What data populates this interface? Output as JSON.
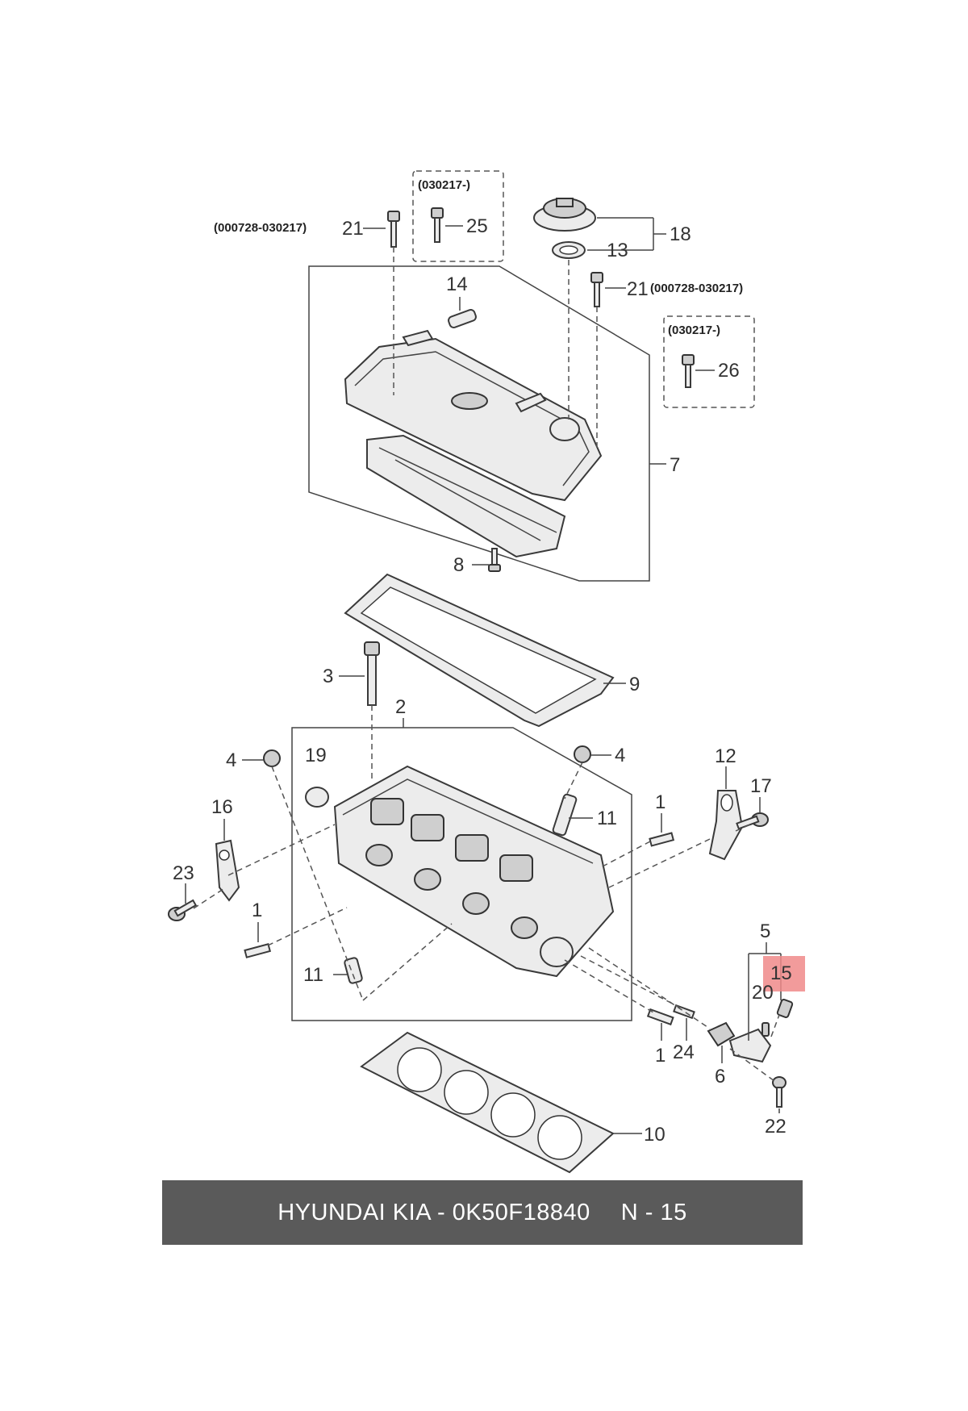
{
  "callouts": {
    "c21a": "21",
    "c25": "25",
    "c18": "18",
    "c13": "13",
    "c21b": "21",
    "c14": "14",
    "c26": "26",
    "c7": "7",
    "c8": "8",
    "c9": "9",
    "c3": "3",
    "c2": "2",
    "c19": "19",
    "c4a": "4",
    "c4b": "4",
    "c16": "16",
    "c23": "23",
    "c1a": "1",
    "c11a": "11",
    "c11b": "11",
    "c1b": "1",
    "c12": "12",
    "c17": "17",
    "c5": "5",
    "c15": "15",
    "c20": "20",
    "c1c": "1",
    "c24": "24",
    "c6": "6",
    "c22": "22",
    "c10": "10"
  },
  "date_notes": {
    "d1": "(000728-030217)",
    "d2": "(030217-)",
    "d3": "(000728-030217)",
    "d4": "(030217-)"
  },
  "highlight_color": "#f08a8a",
  "banner": {
    "brand": "HYUNDAI  KIA - 0K50F18840",
    "page": "N - 15"
  }
}
